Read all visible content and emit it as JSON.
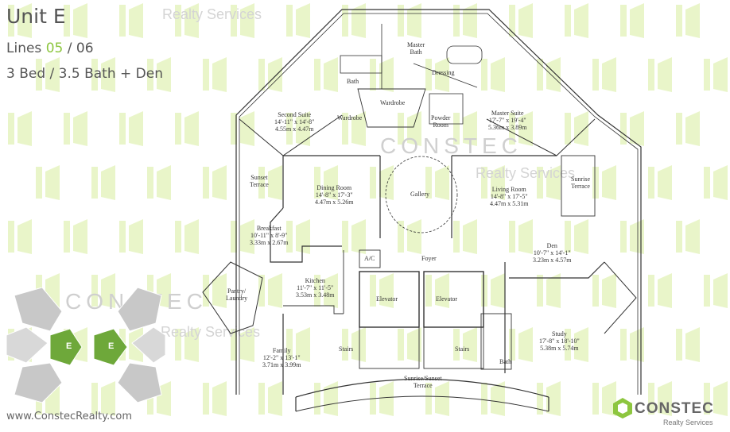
{
  "header": {
    "unit_title": "Unit E",
    "lines_prefix": "Lines ",
    "lines_first": "05",
    "lines_sep": " / ",
    "lines_second": "06",
    "beds_baths": "3 Bed / 3.5 Bath + Den"
  },
  "watermarks": {
    "realty": "Realty Services",
    "constec": "CONSTEC"
  },
  "rooms": {
    "master_bath": {
      "name": "Master",
      "name2": "Bath"
    },
    "dressing": {
      "name": "Dressing"
    },
    "bath_top": {
      "name": "Bath"
    },
    "wardrobe_center": {
      "name": "Wardrobe"
    },
    "wardrobe_left": {
      "name": "Wardrobe"
    },
    "powder_room": {
      "name": "Powder",
      "name2": "Room"
    },
    "second_suite": {
      "name": "Second Suite",
      "imperial": "14'-11\" x 14'-8\"",
      "metric": "4.55m x 4.47m"
    },
    "master_suite": {
      "name": "Master Suite",
      "imperial": "17'-7\" x 19'-4\"",
      "metric": "5.36m x 3.89m"
    },
    "sunset_terrace": {
      "name": "Sunset",
      "name2": "Terrace"
    },
    "sunrise_terrace": {
      "name": "Sunrise",
      "name2": "Terrace"
    },
    "dining_room": {
      "name": "Dining Room",
      "imperial": "14'-8\" x 17'-3\"",
      "metric": "4.47m x 5.26m"
    },
    "gallery": {
      "name": "Gallery"
    },
    "living_room": {
      "name": "Living Room",
      "imperial": "14'-8\" x 17'-5\"",
      "metric": "4.47m x 5.31m"
    },
    "breakfast": {
      "name": "Breakfast",
      "imperial": "10'-11\" x 8'-9\"",
      "metric": "3.33m x 2.67m"
    },
    "den": {
      "name": "Den",
      "imperial": "10'-7\" x 14'-1\"",
      "metric": "3.23m x 4.57m"
    },
    "ac": {
      "name": "A/C"
    },
    "foyer": {
      "name": "Foyer"
    },
    "kitchen": {
      "name": "Kitchen",
      "imperial": "11'-7\" x 11'-5\"",
      "metric": "3.53m x 3.48m"
    },
    "pantry": {
      "name": "Pantry/",
      "name2": "Laundry"
    },
    "elevator_left": {
      "name": "Elevator"
    },
    "elevator_right": {
      "name": "Elevator"
    },
    "family": {
      "name": "Family",
      "imperial": "12'-2\" x 13'-1\"",
      "metric": "3.71m x 3.99m"
    },
    "stairs_left": {
      "name": "Stairs"
    },
    "stairs_right": {
      "name": "Stairs"
    },
    "study": {
      "name": "Study",
      "imperial": "17'-8\" x 18'-10\"",
      "metric": "5.38m x 5.74m"
    },
    "bath_right": {
      "name": "Bath"
    },
    "sunrise_sunset_terrace": {
      "name": "Sunrise/Sunset",
      "name2": "Terrace"
    }
  },
  "keyplan": {
    "unit_left": "E",
    "unit_right": "E"
  },
  "footer": {
    "website": "www.ConstecRealty.com",
    "brand": "CONSTEC",
    "brand_sub": "Realty Services"
  },
  "colors": {
    "accent": "#8dc63f",
    "pattern": "#e9f5c9",
    "keyplan_grey": "#c8c8c8",
    "keyplan_green": "#6ea83a"
  }
}
